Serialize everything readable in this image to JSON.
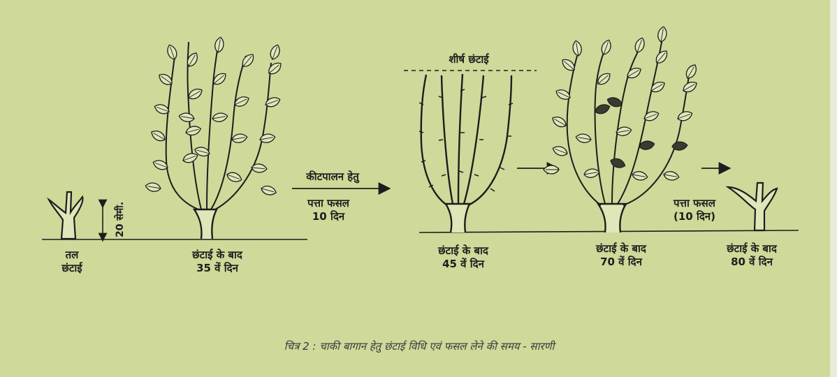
{
  "labels": {
    "base_pruning_line1": "तल",
    "base_pruning_line2": "छंटाई",
    "height_marker": "20 सेमी.",
    "stage1_line1": "छंटाई के बाद",
    "stage1_line2": "35 वें दिन",
    "insect_control": "कीटपालन हेतु",
    "leaf_crop_1": "पत्ता फसल",
    "leaf_crop_1_days": "10 दिन",
    "top_pruning": "शीर्ष छंटाई",
    "stage2_line1": "छंटाई के बाद",
    "stage2_line2": "45 वें दिन",
    "stage3_line1": "छंटाई के बाद",
    "stage3_line2": "70 वें दिन",
    "leaf_crop_2": "पत्ता फसल",
    "leaf_crop_2_days": "(10 दिन)",
    "stage4_line1": "छंटाई के बाद",
    "stage4_line2": "80 वें दिन"
  },
  "caption": "चित्र 2 : चाकी बागान हेतु छंटाई विधि एवं फसल लेने की समय - सारणी",
  "colors": {
    "background": "#cfd99a",
    "ink": "#1d1d1d"
  }
}
